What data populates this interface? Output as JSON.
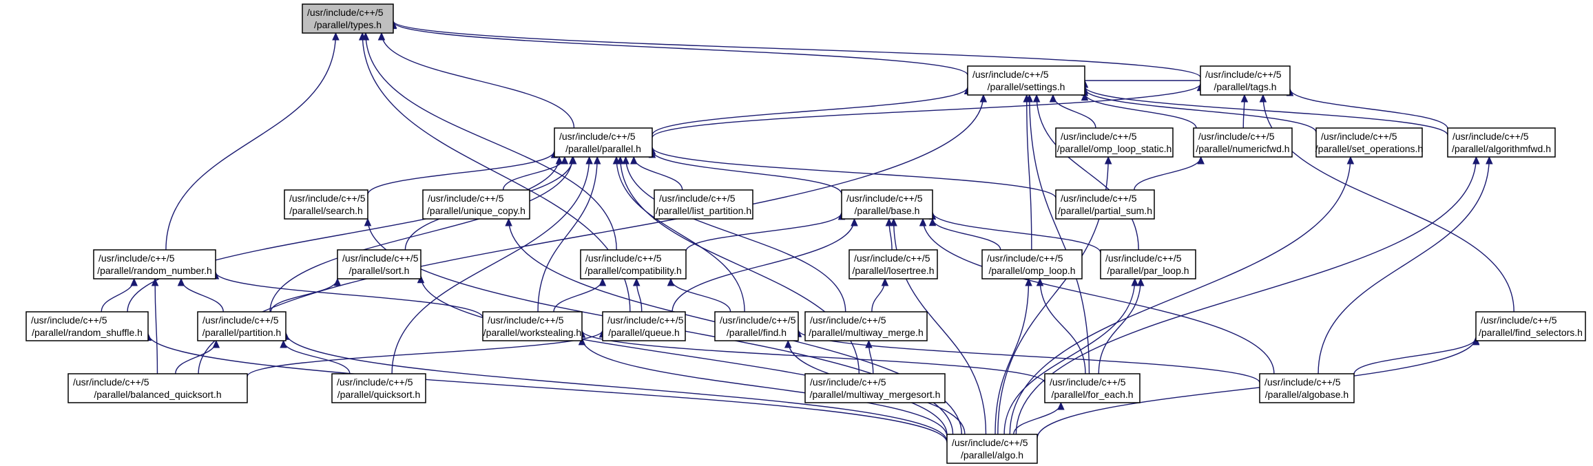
{
  "graph": {
    "nodes": {
      "types": {
        "line1": "/usr/include/c++/5",
        "line2": "/parallel/types.h",
        "highlighted": true
      },
      "settings": {
        "line1": "/usr/include/c++/5",
        "line2": "/parallel/settings.h"
      },
      "tags": {
        "line1": "/usr/include/c++/5",
        "line2": "/parallel/tags.h"
      },
      "parallel": {
        "line1": "/usr/include/c++/5",
        "line2": "/parallel/parallel.h"
      },
      "omp_loop_static": {
        "line1": "/usr/include/c++/5",
        "line2": "/parallel/omp_loop_static.h"
      },
      "numericfwd": {
        "line1": "/usr/include/c++/5",
        "line2": "/parallel/numericfwd.h"
      },
      "set_operations": {
        "line1": "/usr/include/c++/5",
        "line2": "/parallel/set_operations.h"
      },
      "algorithmfwd": {
        "line1": "/usr/include/c++/5",
        "line2": "/parallel/algorithmfwd.h"
      },
      "search": {
        "line1": "/usr/include/c++/5",
        "line2": "/parallel/search.h"
      },
      "unique_copy": {
        "line1": "/usr/include/c++/5",
        "line2": "/parallel/unique_copy.h"
      },
      "list_partition": {
        "line1": "/usr/include/c++/5",
        "line2": "/parallel/list_partition.h"
      },
      "base": {
        "line1": "/usr/include/c++/5",
        "line2": "/parallel/base.h"
      },
      "partial_sum": {
        "line1": "/usr/include/c++/5",
        "line2": "/parallel/partial_sum.h"
      },
      "random_number": {
        "line1": "/usr/include/c++/5",
        "line2": "/parallel/random_number.h"
      },
      "sort": {
        "line1": "/usr/include/c++/5",
        "line2": "/parallel/sort.h"
      },
      "compatibility": {
        "line1": "/usr/include/c++/5",
        "line2": "/parallel/compatibility.h"
      },
      "losertree": {
        "line1": "/usr/include/c++/5",
        "line2": "/parallel/losertree.h"
      },
      "omp_loop": {
        "line1": "/usr/include/c++/5",
        "line2": "/parallel/omp_loop.h"
      },
      "par_loop": {
        "line1": "/usr/include/c++/5",
        "line2": "/parallel/par_loop.h"
      },
      "random_shuffle": {
        "line1": "/usr/include/c++/5",
        "line2": "/parallel/random_shuffle.h"
      },
      "partition": {
        "line1": "/usr/include/c++/5",
        "line2": "/parallel/partition.h"
      },
      "workstealing": {
        "line1": "/usr/include/c++/5",
        "line2": "/parallel/workstealing.h"
      },
      "queue": {
        "line1": "/usr/include/c++/5",
        "line2": "/parallel/queue.h"
      },
      "find": {
        "line1": "/usr/include/c++/5",
        "line2": "/parallel/find.h"
      },
      "multiway_merge": {
        "line1": "/usr/include/c++/5",
        "line2": "/parallel/multiway_merge.h"
      },
      "find_selectors": {
        "line1": "/usr/include/c++/5",
        "line2": "/parallel/find_selectors.h"
      },
      "balanced_quicksort": {
        "line1": "/usr/include/c++/5",
        "line2": "/parallel/balanced_quicksort.h"
      },
      "quicksort": {
        "line1": "/usr/include/c++/5",
        "line2": "/parallel/quicksort.h"
      },
      "multiway_mergesort": {
        "line1": "/usr/include/c++/5",
        "line2": "/parallel/multiway_mergesort.h"
      },
      "for_each": {
        "line1": "/usr/include/c++/5",
        "line2": "/parallel/for_each.h"
      },
      "algobase": {
        "line1": "/usr/include/c++/5",
        "line2": "/parallel/algobase.h"
      },
      "algo": {
        "line1": "/usr/include/c++/5",
        "line2": "/parallel/algo.h"
      }
    },
    "edges": [
      [
        "types",
        "settings"
      ],
      [
        "types",
        "tags"
      ],
      [
        "types",
        "parallel"
      ],
      [
        "types",
        "random_number"
      ],
      [
        "types",
        "compatibility"
      ],
      [
        "types",
        "queue"
      ],
      [
        "settings",
        "tags"
      ],
      [
        "settings",
        "parallel"
      ],
      [
        "settings",
        "omp_loop_static"
      ],
      [
        "settings",
        "numericfwd"
      ],
      [
        "settings",
        "set_operations"
      ],
      [
        "settings",
        "algorithmfwd"
      ],
      [
        "settings",
        "balanced_quicksort"
      ],
      [
        "settings",
        "omp_loop"
      ],
      [
        "settings",
        "par_loop"
      ],
      [
        "settings",
        "for_each"
      ],
      [
        "tags",
        "parallel"
      ],
      [
        "tags",
        "numericfwd"
      ],
      [
        "tags",
        "algorithmfwd"
      ],
      [
        "tags",
        "find_selectors"
      ],
      [
        "parallel",
        "search"
      ],
      [
        "parallel",
        "unique_copy"
      ],
      [
        "parallel",
        "list_partition"
      ],
      [
        "parallel",
        "base"
      ],
      [
        "parallel",
        "partial_sum"
      ],
      [
        "parallel",
        "sort"
      ],
      [
        "parallel",
        "random_shuffle"
      ],
      [
        "parallel",
        "partition"
      ],
      [
        "parallel",
        "workstealing"
      ],
      [
        "parallel",
        "find"
      ],
      [
        "parallel",
        "multiway_merge"
      ],
      [
        "parallel",
        "quicksort"
      ],
      [
        "parallel",
        "multiway_mergesort"
      ],
      [
        "omp_loop_static",
        "algo"
      ],
      [
        "numericfwd",
        "partial_sum"
      ],
      [
        "set_operations",
        "algo"
      ],
      [
        "algorithmfwd",
        "algobase"
      ],
      [
        "algorithmfwd",
        "algo"
      ],
      [
        "search",
        "algo"
      ],
      [
        "unique_copy",
        "algo"
      ],
      [
        "base",
        "compatibility"
      ],
      [
        "base",
        "losertree"
      ],
      [
        "base",
        "omp_loop"
      ],
      [
        "base",
        "par_loop"
      ],
      [
        "base",
        "queue"
      ],
      [
        "base",
        "algobase"
      ],
      [
        "base",
        "algo"
      ],
      [
        "random_number",
        "random_shuffle"
      ],
      [
        "random_number",
        "partition"
      ],
      [
        "random_number",
        "balanced_quicksort"
      ],
      [
        "random_number",
        "workstealing"
      ],
      [
        "sort",
        "partition"
      ],
      [
        "sort",
        "algo"
      ],
      [
        "compatibility",
        "workstealing"
      ],
      [
        "compatibility",
        "queue"
      ],
      [
        "compatibility",
        "find"
      ],
      [
        "losertree",
        "multiway_merge"
      ],
      [
        "omp_loop",
        "for_each"
      ],
      [
        "omp_loop",
        "algo"
      ],
      [
        "par_loop",
        "for_each"
      ],
      [
        "par_loop",
        "algo"
      ],
      [
        "random_shuffle",
        "algo"
      ],
      [
        "partition",
        "balanced_quicksort"
      ],
      [
        "partition",
        "quicksort"
      ],
      [
        "partition",
        "algo"
      ],
      [
        "workstealing",
        "for_each"
      ],
      [
        "workstealing",
        "algo"
      ],
      [
        "queue",
        "balanced_quicksort"
      ],
      [
        "find",
        "algobase"
      ],
      [
        "find",
        "algo"
      ],
      [
        "multiway_merge",
        "multiway_mergesort"
      ],
      [
        "find_selectors",
        "algobase"
      ],
      [
        "find_selectors",
        "algo"
      ],
      [
        "for_each",
        "algo"
      ]
    ]
  }
}
